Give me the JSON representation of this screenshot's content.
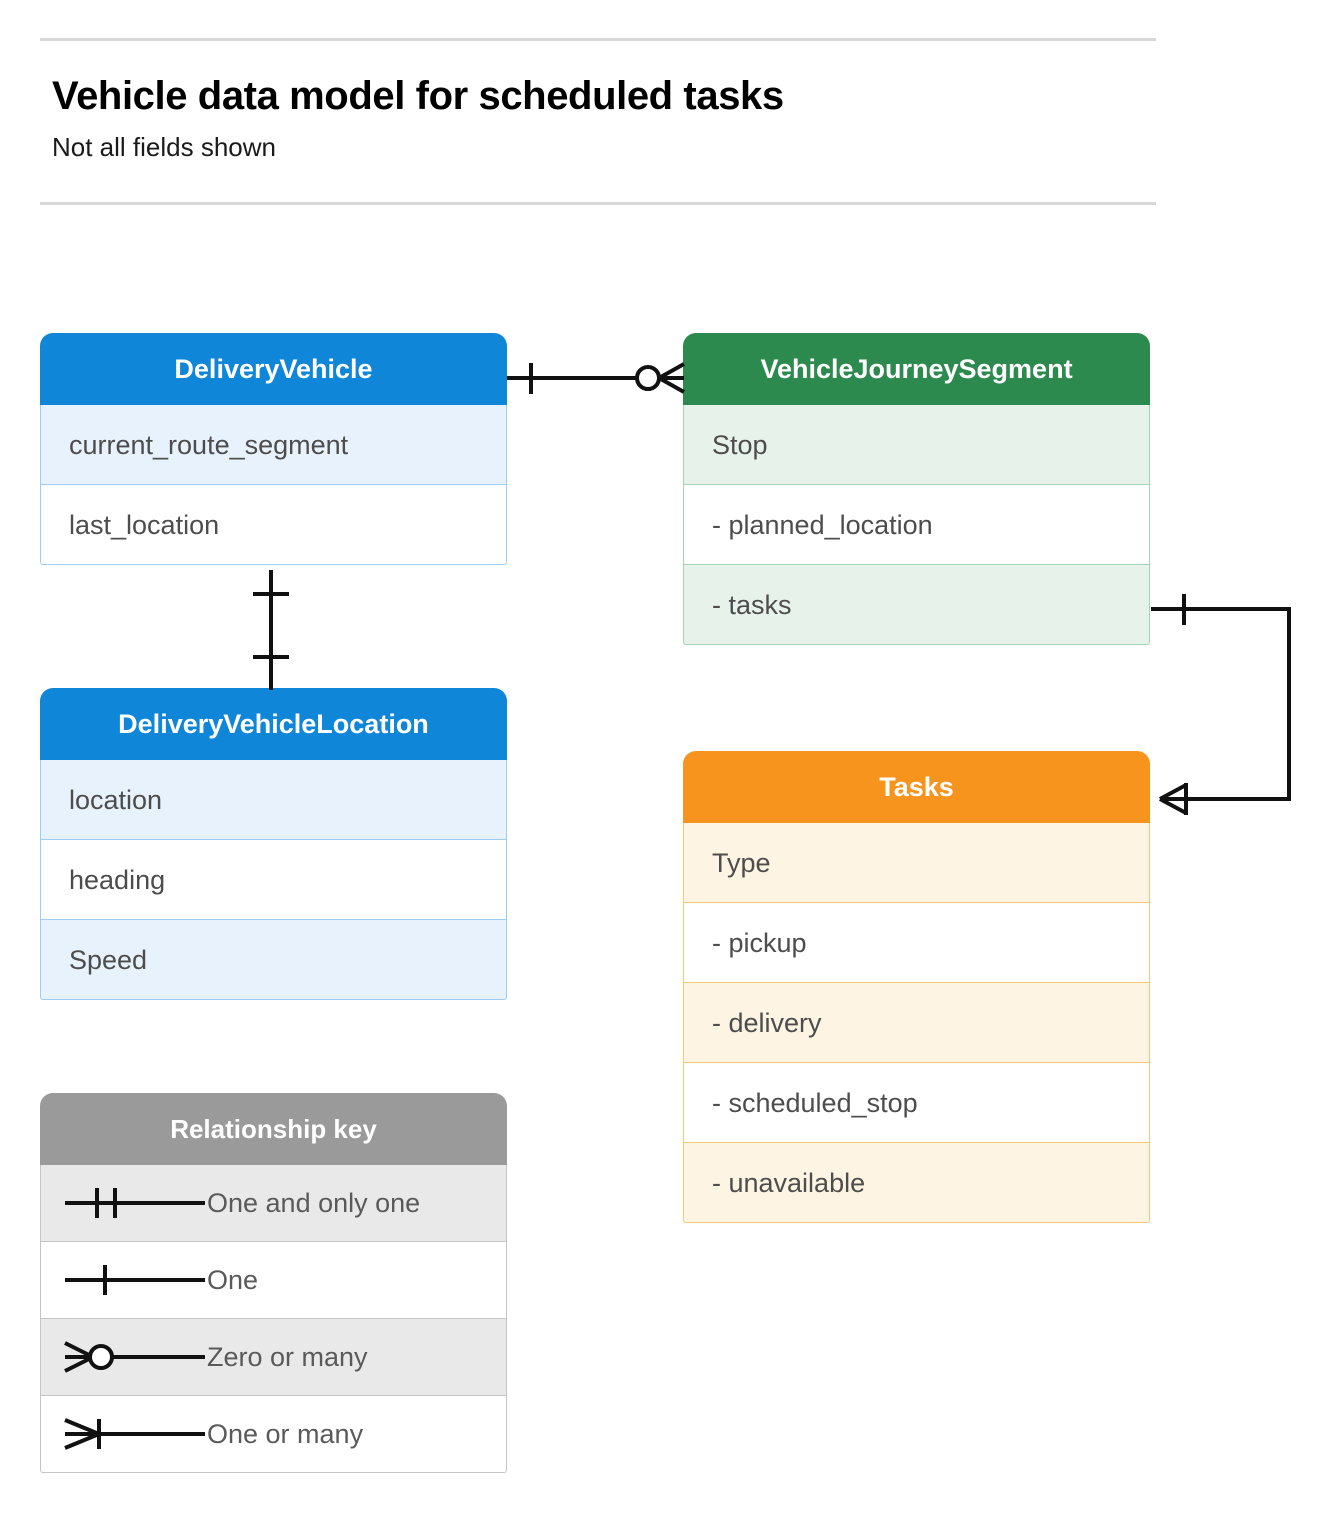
{
  "header": {
    "title": "Vehicle data model for scheduled tasks",
    "subtitle": "Not all fields shown"
  },
  "entities": [
    {
      "id": "delivery-vehicle",
      "name": "DeliveryVehicle",
      "color": "#0f86d7",
      "rows": [
        "current_route_segment",
        "last_location"
      ]
    },
    {
      "id": "vehicle-journey-segment",
      "name": "VehicleJourneySegment",
      "color": "#2d8a4e",
      "rows": [
        "Stop",
        "-  planned_location",
        "- tasks"
      ]
    },
    {
      "id": "delivery-vehicle-location",
      "name": "DeliveryVehicleLocation",
      "color": "#0f86d7",
      "rows": [
        "location",
        "heading",
        "Speed"
      ]
    },
    {
      "id": "tasks",
      "name": "Tasks",
      "color": "#f7941e",
      "rows": [
        "Type",
        "-  pickup",
        "-  delivery",
        "-  scheduled_stop",
        "-  unavailable"
      ]
    }
  ],
  "legend": {
    "title": "Relationship key",
    "items": [
      {
        "symbol": "one-and-only-one",
        "label": "One and only one"
      },
      {
        "symbol": "one",
        "label": "One"
      },
      {
        "symbol": "zero-or-many",
        "label": "Zero or many"
      },
      {
        "symbol": "one-or-many",
        "label": "One or many"
      }
    ]
  },
  "relationships": [
    {
      "from": "DeliveryVehicle",
      "to": "VehicleJourneySegment",
      "from_cardinality": "one",
      "to_cardinality": "zero-or-many"
    },
    {
      "from": "DeliveryVehicle",
      "to": "DeliveryVehicleLocation",
      "from_cardinality": "one",
      "to_cardinality": "one"
    },
    {
      "from": "VehicleJourneySegment.tasks",
      "to": "Tasks",
      "from_cardinality": "one",
      "to_cardinality": "one-or-many"
    }
  ],
  "colors": {
    "blue": "#0f86d7",
    "green": "#2d8a4e",
    "orange": "#f7941e",
    "gray": "#9a9a9a",
    "line": "#1a1a1a"
  }
}
